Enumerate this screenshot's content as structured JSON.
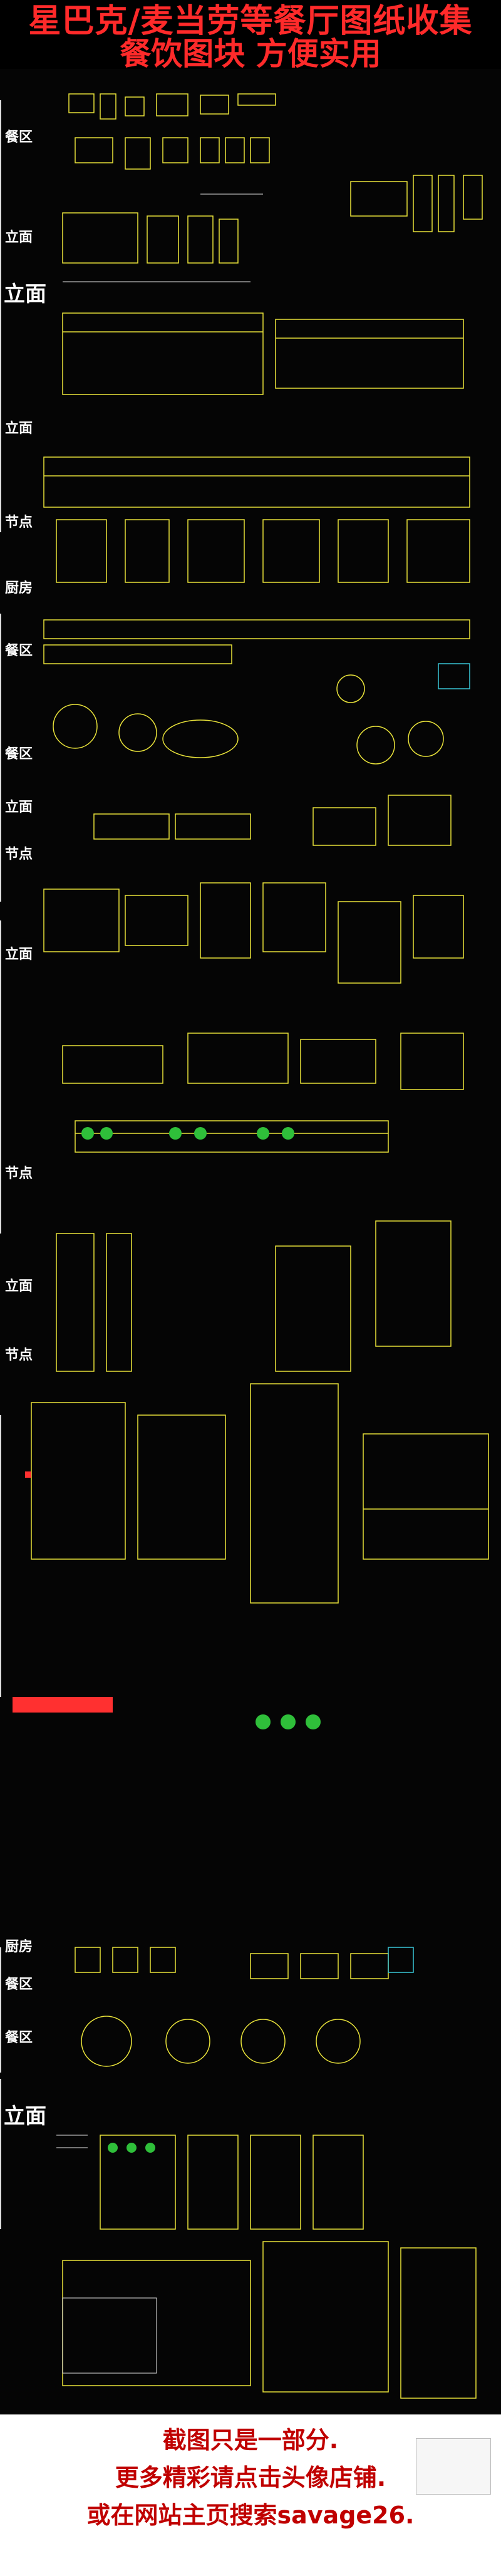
{
  "header": {
    "title_line1": "星巴克/麦当劳等餐厅图纸收集",
    "title_line2": "餐饮图块   方便实用"
  },
  "sections": {
    "s1": "餐区",
    "s2": "立面",
    "s3": "立面",
    "s4": "立面",
    "s5": "节点",
    "s6": "厨房",
    "s7": "餐区",
    "s8": "餐区",
    "s9": "立面",
    "s10": "节点",
    "s11": "立面",
    "s12": "节点",
    "s13": "立面",
    "s14": "节点",
    "s15": "厨房",
    "s16": "餐区",
    "s17": "餐区",
    "s18": "立面"
  },
  "footer": {
    "line1": "截图只是一部分.",
    "line2": "更多精彩请点击头像店铺.",
    "line3": "或在网站主页搜索savage26."
  },
  "colors": {
    "title_red": "#ff2a2a",
    "footer_red": "#c00000",
    "cad_yellow": "#e8e23a",
    "cad_white": "#e6e6e6",
    "cad_green": "#2fbf3a",
    "cad_red": "#ff3030",
    "cad_cyan": "#39c6d6"
  }
}
